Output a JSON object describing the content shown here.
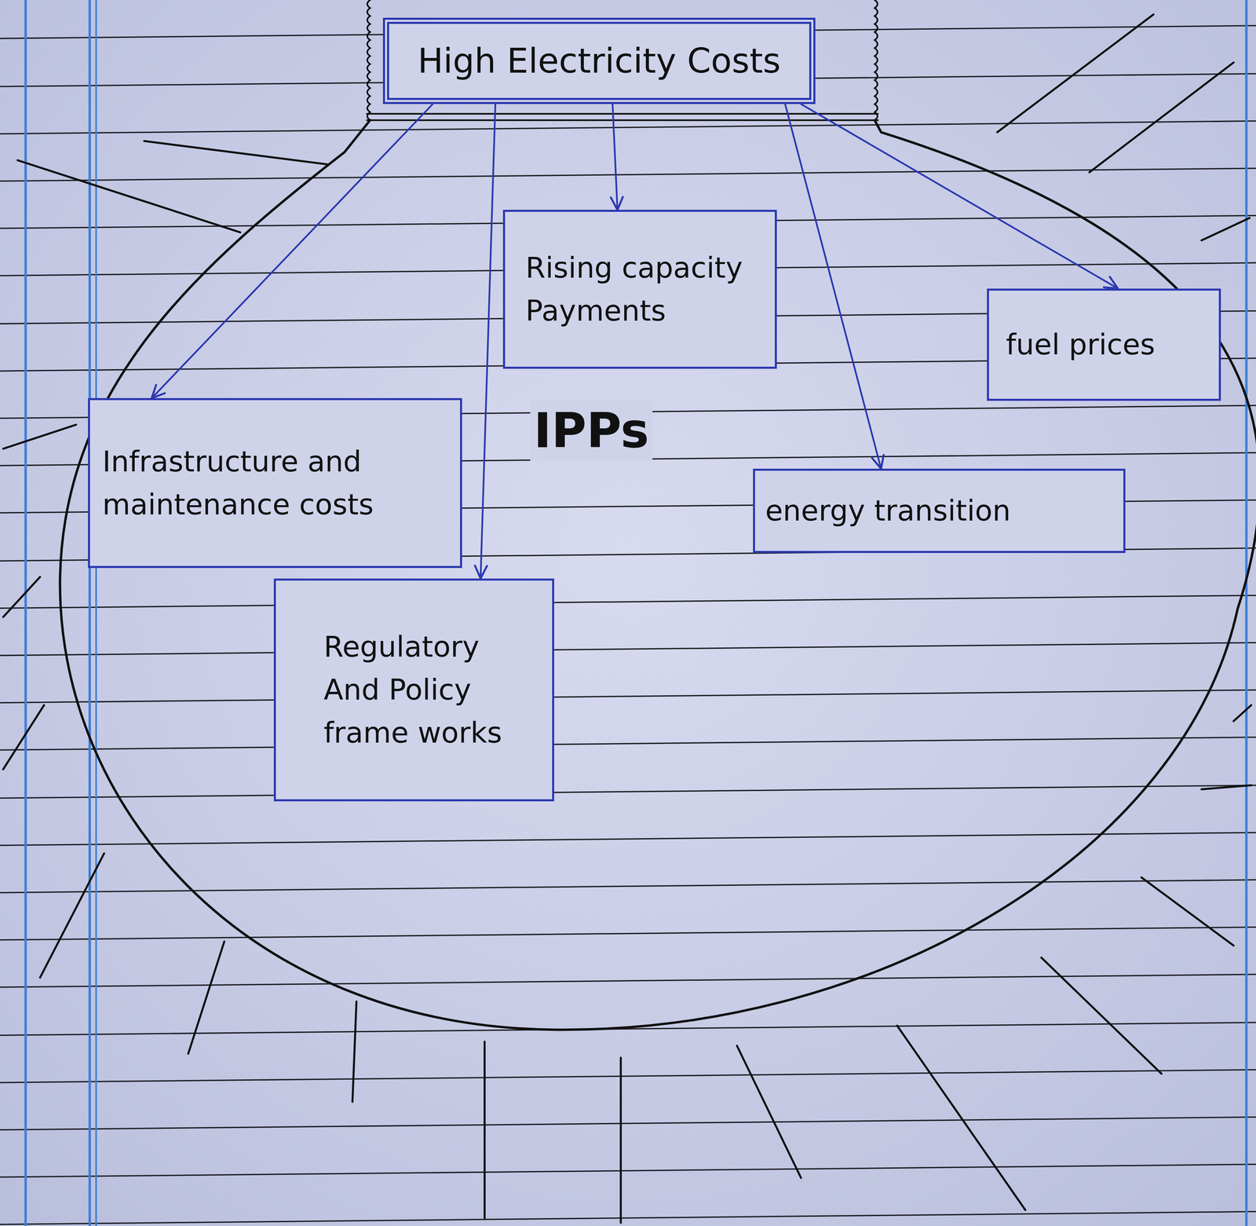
{
  "diagram": {
    "nodes": [
      {
        "text": [
          "High Electricity Costs"
        ]
      },
      {
        "text": [
          "Rising capacity Payments"
        ]
      },
      {
        "text": [
          "fuel prices"
        ]
      },
      {
        "text": [
          "Infrastructure and maintenance costs"
        ]
      },
      {
        "text": [
          "energy transition"
        ]
      },
      {
        "text": [
          "Regulatory And Policy frame works"
        ]
      }
    ],
    "edges": [
      {
        "from": 0,
        "to": 3,
        "arrow": "to"
      },
      {
        "from": 0,
        "to": 5,
        "arrow": "to"
      },
      {
        "from": 0,
        "to": 1,
        "arrow": "to"
      },
      {
        "from": 0,
        "to": 4,
        "arrow": "to"
      },
      {
        "from": 0,
        "to": 2,
        "arrow": "to"
      }
    ],
    "labels": [
      "IPPs"
    ]
  }
}
